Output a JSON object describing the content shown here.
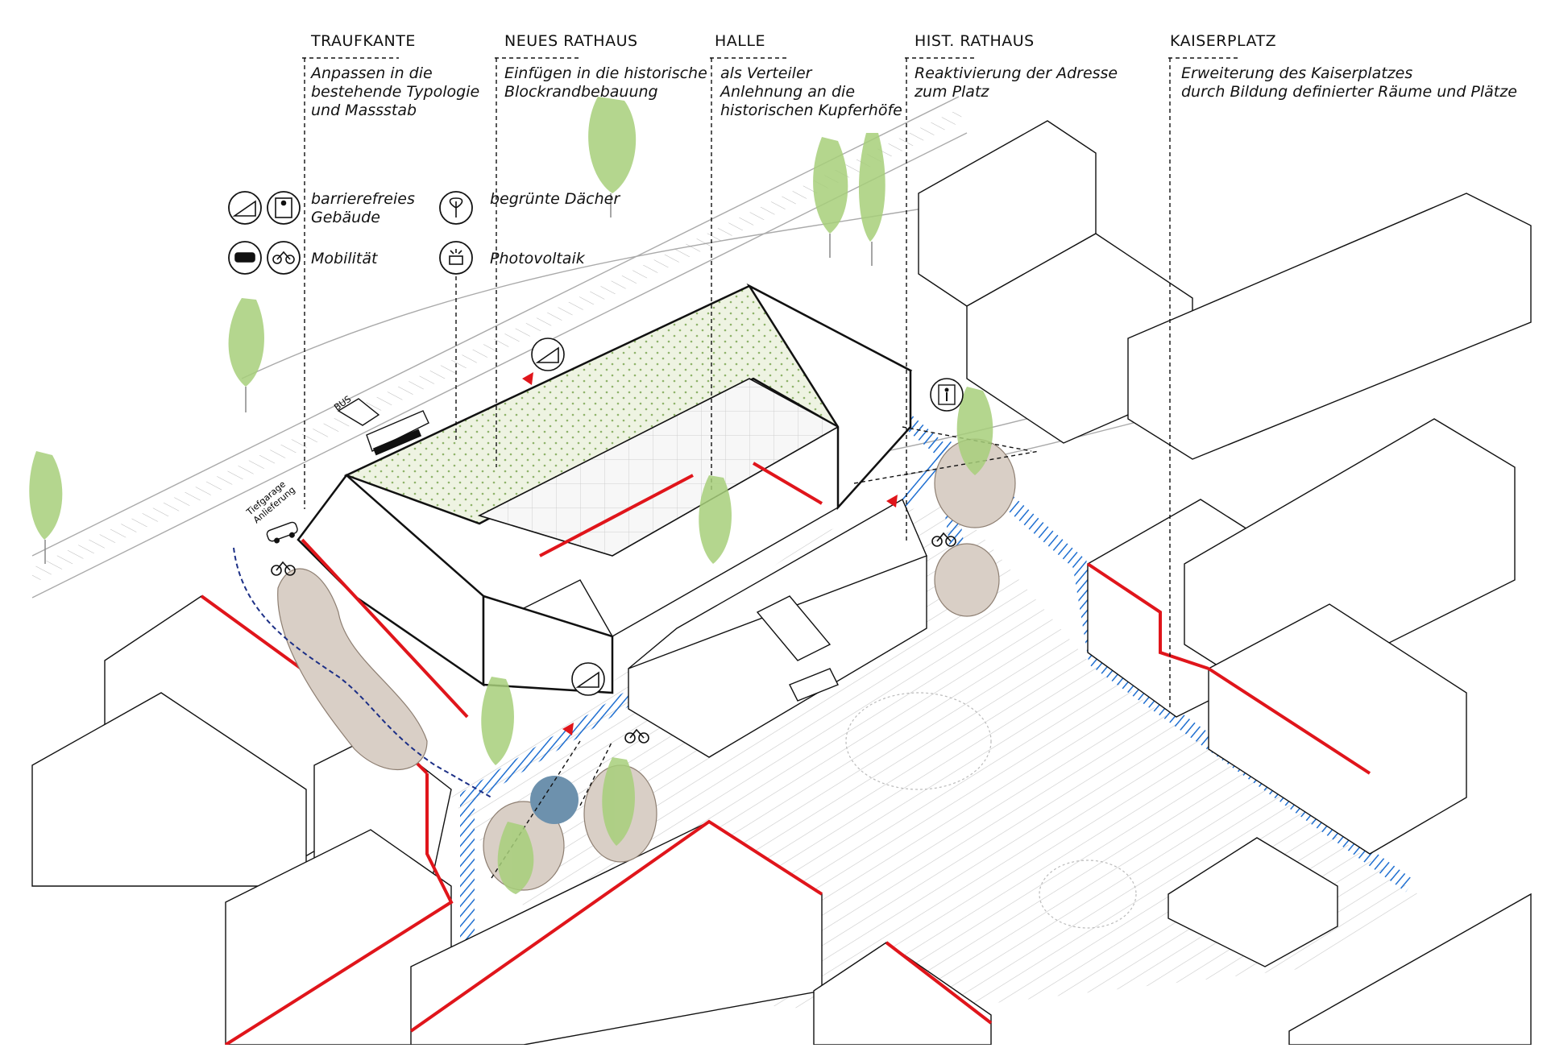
{
  "labels": [
    {
      "heading": "TRAUFKANTE",
      "desc": "Anpassen in die\nbestehende Typologie\nund Massstab"
    },
    {
      "heading": "NEUES RATHAUS",
      "desc": "Einfügen in die historische\nBlockrandbebauung"
    },
    {
      "heading": "HALLE",
      "desc": "als Verteiler\nAnlehnung an die\nhistorischen Kupferhöfe"
    },
    {
      "heading": "HIST. RATHAUS",
      "desc": "Reaktivierung der Adresse\nzum Platz"
    },
    {
      "heading": "KAISERPLATZ",
      "desc": "Erweiterung des Kaiserplatzes\ndurch Bildung definierter Räume und Plätze"
    }
  ],
  "legend": {
    "barrierfree": "barrierefreies\nGebäude",
    "mobility": "Mobilität",
    "green_roofs": "begrünte Dächer",
    "photovoltaic": "Photovoltaik"
  },
  "map_labels": {
    "bus": "BUS",
    "garage": "Tiefgarage\nAnlieferung"
  },
  "colors": {
    "outline": "#111111",
    "accent_red": "#e0151b",
    "plaza_hatch": "#1f6fd1",
    "green_roof": "#eef3e2",
    "tree": "#9ccb6b",
    "pond": "#6d91ad"
  },
  "icons": [
    "ramp-icon",
    "elevator-person-icon",
    "car-icon",
    "bicycle-icon",
    "leaf-icon",
    "solar-panel-icon",
    "bus-icon",
    "bus-stop-icon"
  ]
}
